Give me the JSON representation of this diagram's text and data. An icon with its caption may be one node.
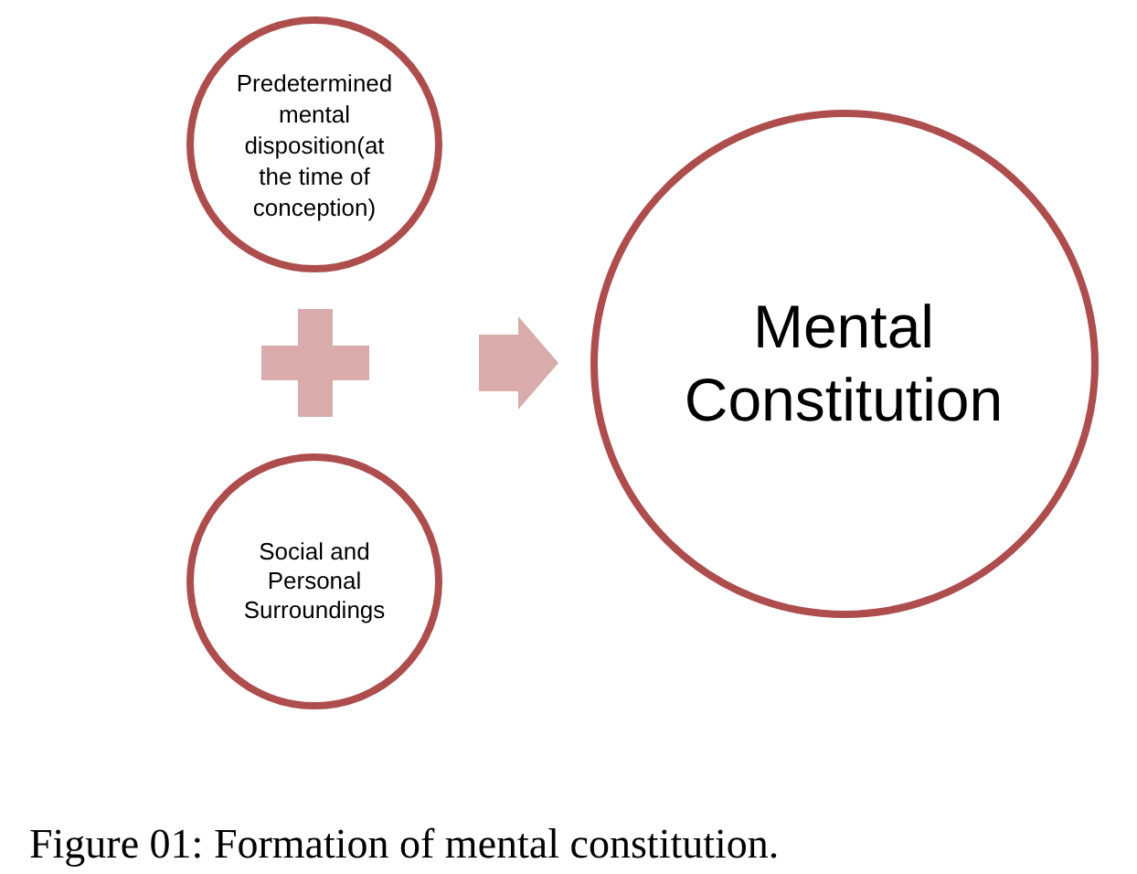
{
  "diagram": {
    "caption": "Figure 01: Formation of mental constitution.",
    "nodes": [
      {
        "text": [
          "Predetermined mental disposition(at the time of conception)"
        ]
      },
      {
        "text": [
          "Social and Personal Surroundings"
        ]
      },
      {
        "text": [
          "Mental Constitution"
        ]
      }
    ],
    "edges": [
      {
        "from": null,
        "to": 2,
        "arrow": "to"
      }
    ]
  }
}
